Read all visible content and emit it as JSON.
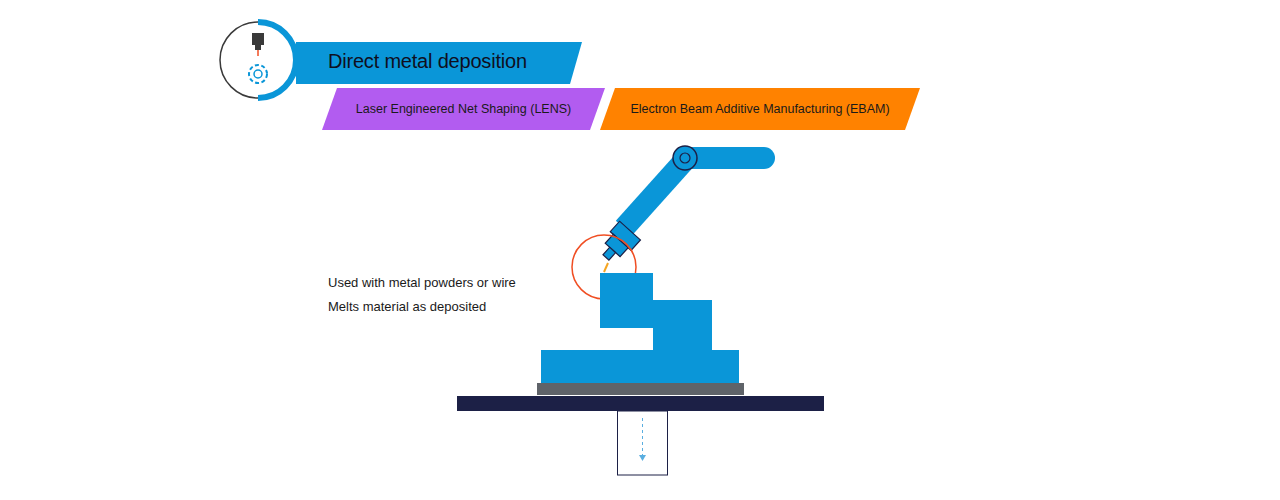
{
  "diagram": {
    "title": "Direct metal deposition",
    "nodes": [
      {
        "text": [
          "Laser Engineered Net Shaping (LENS)"
        ]
      },
      {
        "text": [
          "Electron Beam Additive Manufacturing (EBAM)"
        ]
      }
    ],
    "labels": [
      "Used with metal powders or wire",
      "Melts material as deposited"
    ]
  }
}
